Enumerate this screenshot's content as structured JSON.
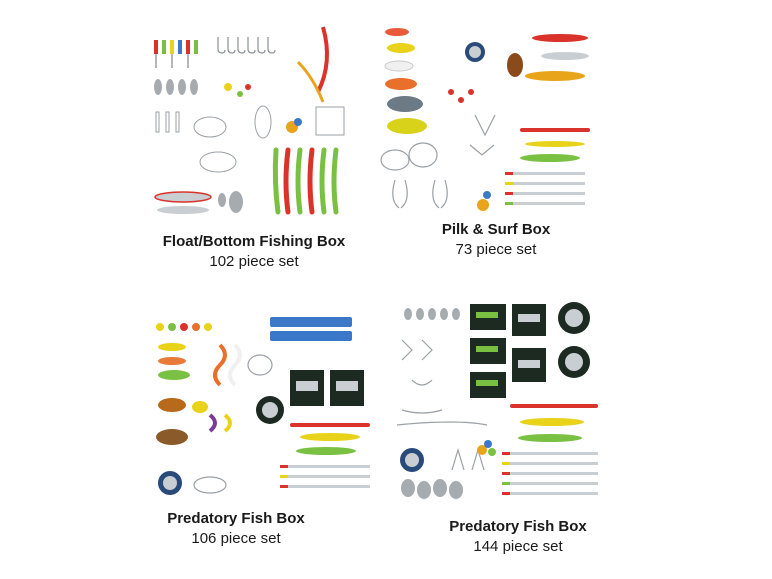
{
  "products": [
    {
      "title": "Float/Bottom Fishing Box",
      "subtitle": "102 piece set"
    },
    {
      "title": "Pilk & Surf Box",
      "subtitle": "73 piece set"
    },
    {
      "title": "Predatory Fish Box",
      "subtitle": "106 piece set"
    },
    {
      "title": "Predatory Fish Box",
      "subtitle": "144 piece set"
    }
  ],
  "colors": {
    "lure_red": "#d9332b",
    "lure_green": "#7ac143",
    "lure_yellow": "#e8d21a",
    "metal": "#9aa0a6",
    "package_dark": "#1c2a22",
    "foam_blue": "#3c78c8"
  }
}
